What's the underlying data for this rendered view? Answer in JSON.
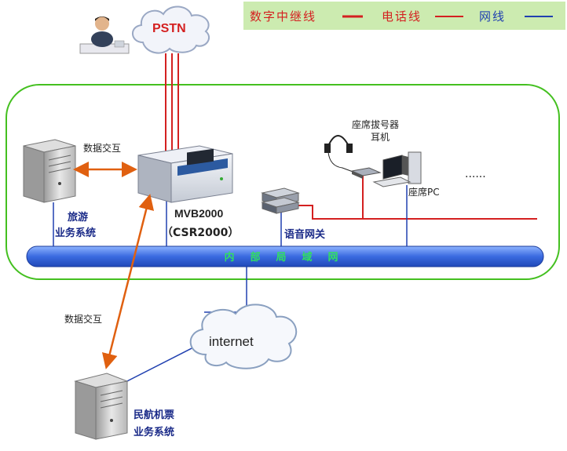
{
  "legend": {
    "digital_trunk": "数字中继线",
    "phone_line": "电话线",
    "network_line": "网线",
    "colors": {
      "digital_trunk": "#d42020",
      "phone_line": "#d42020",
      "network_line": "#2040b0",
      "background": "#ccebb0"
    }
  },
  "pstn": {
    "label": "PSTN"
  },
  "internet": {
    "label": "internet"
  },
  "lan": {
    "label": "内部局域网",
    "color": "#3060d8",
    "boundary_color": "#44c020"
  },
  "devices": {
    "mvb": {
      "line1": "MVB2000",
      "line2": "（CSR2000）"
    },
    "tour_system": {
      "line1": "旅游",
      "line2": "业务系统"
    },
    "voice_gateway": {
      "label": "语音网关"
    },
    "dialer": {
      "line1": "座席拔号器",
      "line2": "耳机"
    },
    "agent_pc": {
      "label": "座席PC"
    },
    "more": {
      "label": "......"
    },
    "air_ticket": {
      "line1": "民航机票",
      "line2": "业务系统"
    }
  },
  "links": {
    "data_exchange_top": "数据交互",
    "data_exchange_left": "数据交互",
    "arrow_color": "#e06010"
  }
}
